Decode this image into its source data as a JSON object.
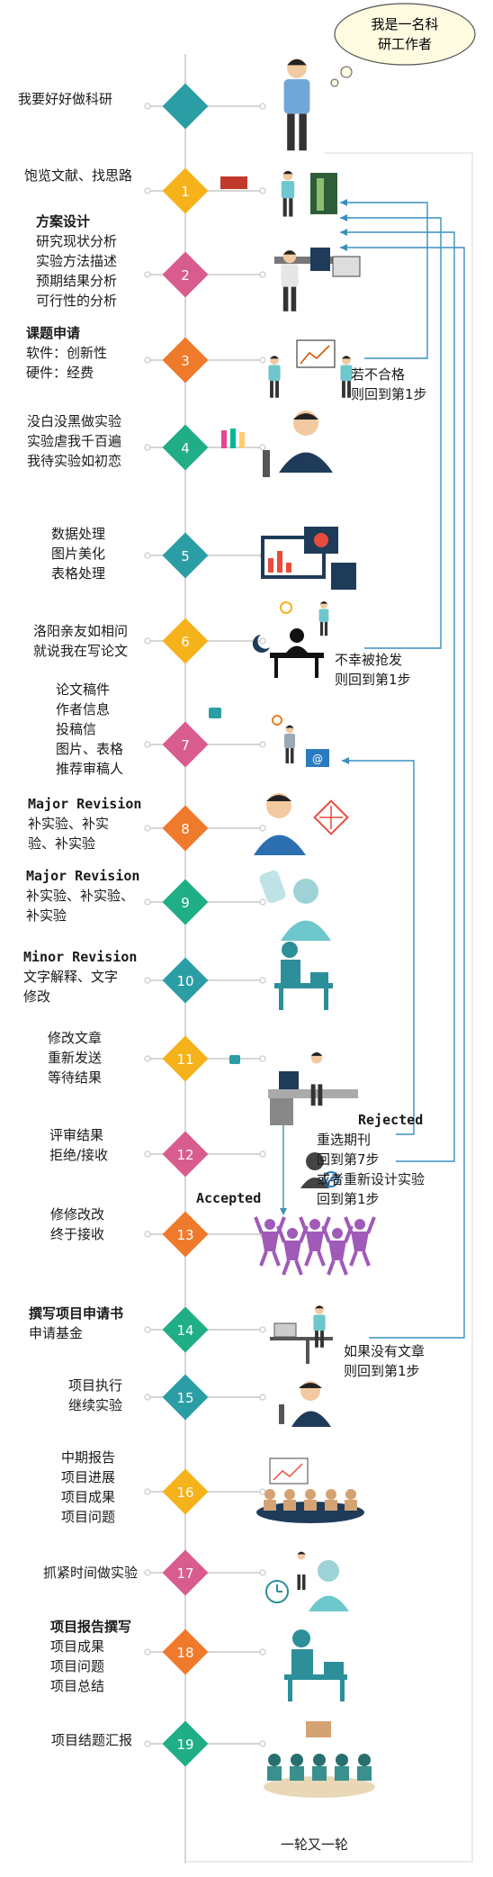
{
  "speech_bubble": [
    "我是一名科",
    "研工作者"
  ],
  "steps": [
    {
      "num": "",
      "color": "#2b9ea5",
      "lines": [
        {
          "t": "我要好好做科研"
        }
      ]
    },
    {
      "num": "1",
      "color": "#f5b21a",
      "lines": [
        {
          "t": "饱览文献、找思路"
        }
      ]
    },
    {
      "num": "2",
      "color": "#d95c8f",
      "lines": [
        {
          "t": "方案设计",
          "bold": true
        },
        {
          "t": "研究现状分析"
        },
        {
          "t": "实验方法描述"
        },
        {
          "t": "预期结果分析"
        },
        {
          "t": "可行性的分析"
        }
      ]
    },
    {
      "num": "3",
      "color": "#f07a2c",
      "lines": [
        {
          "t": "课题申请",
          "bold": true
        },
        {
          "t": "软件：创新性"
        },
        {
          "t": "硬件：经费"
        }
      ]
    },
    {
      "num": "4",
      "color": "#1fae86",
      "lines": [
        {
          "t": "没白没黑做实验"
        },
        {
          "t": "实验虐我千百遍"
        },
        {
          "t": "我待实验如初恋"
        }
      ]
    },
    {
      "num": "5",
      "color": "#2b9ea5",
      "lines": [
        {
          "t": "数据处理"
        },
        {
          "t": "图片美化"
        },
        {
          "t": "表格处理"
        }
      ]
    },
    {
      "num": "6",
      "color": "#f5b21a",
      "lines": [
        {
          "t": "洛阳亲友如相问"
        },
        {
          "t": "就说我在写论文"
        }
      ]
    },
    {
      "num": "7",
      "color": "#d95c8f",
      "lines": [
        {
          "t": "论文稿件"
        },
        {
          "t": "作者信息"
        },
        {
          "t": "投稿信"
        },
        {
          "t": "图片、表格"
        },
        {
          "t": "推荐审稿人"
        }
      ]
    },
    {
      "num": "8",
      "color": "#f07a2c",
      "lines": [
        {
          "t": "Major Revision",
          "mono": true
        },
        {
          "t": "补实验、补实"
        },
        {
          "t": "验、补实验"
        }
      ]
    },
    {
      "num": "9",
      "color": "#1fae86",
      "lines": [
        {
          "t": "Major Revision",
          "mono": true
        },
        {
          "t": "补实验、补实验、"
        },
        {
          "t": "补实验"
        }
      ]
    },
    {
      "num": "10",
      "color": "#2b9ea5",
      "lines": [
        {
          "t": "Minor Revision",
          "mono": true
        },
        {
          "t": "文字解释、文字"
        },
        {
          "t": "修改"
        }
      ]
    },
    {
      "num": "11",
      "color": "#f5b21a",
      "lines": [
        {
          "t": "修改文章"
        },
        {
          "t": "重新发送"
        },
        {
          "t": "等待结果"
        }
      ]
    },
    {
      "num": "12",
      "color": "#d95c8f",
      "lines": [
        {
          "t": "评审结果"
        },
        {
          "t": "拒绝/接收"
        }
      ]
    },
    {
      "num": "13",
      "color": "#f07a2c",
      "lines": [
        {
          "t": "修修改改"
        },
        {
          "t": "终于接收"
        }
      ]
    },
    {
      "num": "14",
      "color": "#1fae86",
      "lines": [
        {
          "t": "撰写项目申请书",
          "bold": true
        },
        {
          "t": "申请基金"
        }
      ]
    },
    {
      "num": "15",
      "color": "#2b9ea5",
      "lines": [
        {
          "t": "项目执行"
        },
        {
          "t": "继续实验"
        }
      ]
    },
    {
      "num": "16",
      "color": "#f5b21a",
      "lines": [
        {
          "t": "中期报告"
        },
        {
          "t": "项目进展"
        },
        {
          "t": "项目成果"
        },
        {
          "t": "项目问题"
        }
      ]
    },
    {
      "num": "17",
      "color": "#d95c8f",
      "lines": [
        {
          "t": "抓紧时间做实验"
        }
      ]
    },
    {
      "num": "18",
      "color": "#f07a2c",
      "lines": [
        {
          "t": "项目报告撰写",
          "bold": true
        },
        {
          "t": "项目成果"
        },
        {
          "t": "项目问题"
        },
        {
          "t": "项目总结"
        }
      ]
    },
    {
      "num": "19",
      "color": "#1fae86",
      "lines": [
        {
          "t": "项目结题汇报"
        }
      ]
    }
  ],
  "notes": {
    "fail_retry": [
      "若不合格",
      "则回到第1步"
    ],
    "scooped": [
      "不幸被抢发",
      "则回到第1步"
    ],
    "rejected_title": "Rejected",
    "rejected": [
      "重选期刊",
      "回到第7步",
      "或者重新设计实验",
      "回到第1步"
    ],
    "accepted": "Accepted",
    "no_paper": [
      "如果没有文章",
      "则回到第1步"
    ],
    "cycle": "一轮又一轮"
  },
  "colors": {
    "teal": "#2b9ea5",
    "yellow": "#f5b21a",
    "pink": "#d95c8f",
    "orange": "#f07a2c",
    "green": "#1fae86",
    "line": "#3a8fbf",
    "spine": "#c8c8c8",
    "purple": "#a05ab8",
    "navy": "#1f3b5a"
  }
}
